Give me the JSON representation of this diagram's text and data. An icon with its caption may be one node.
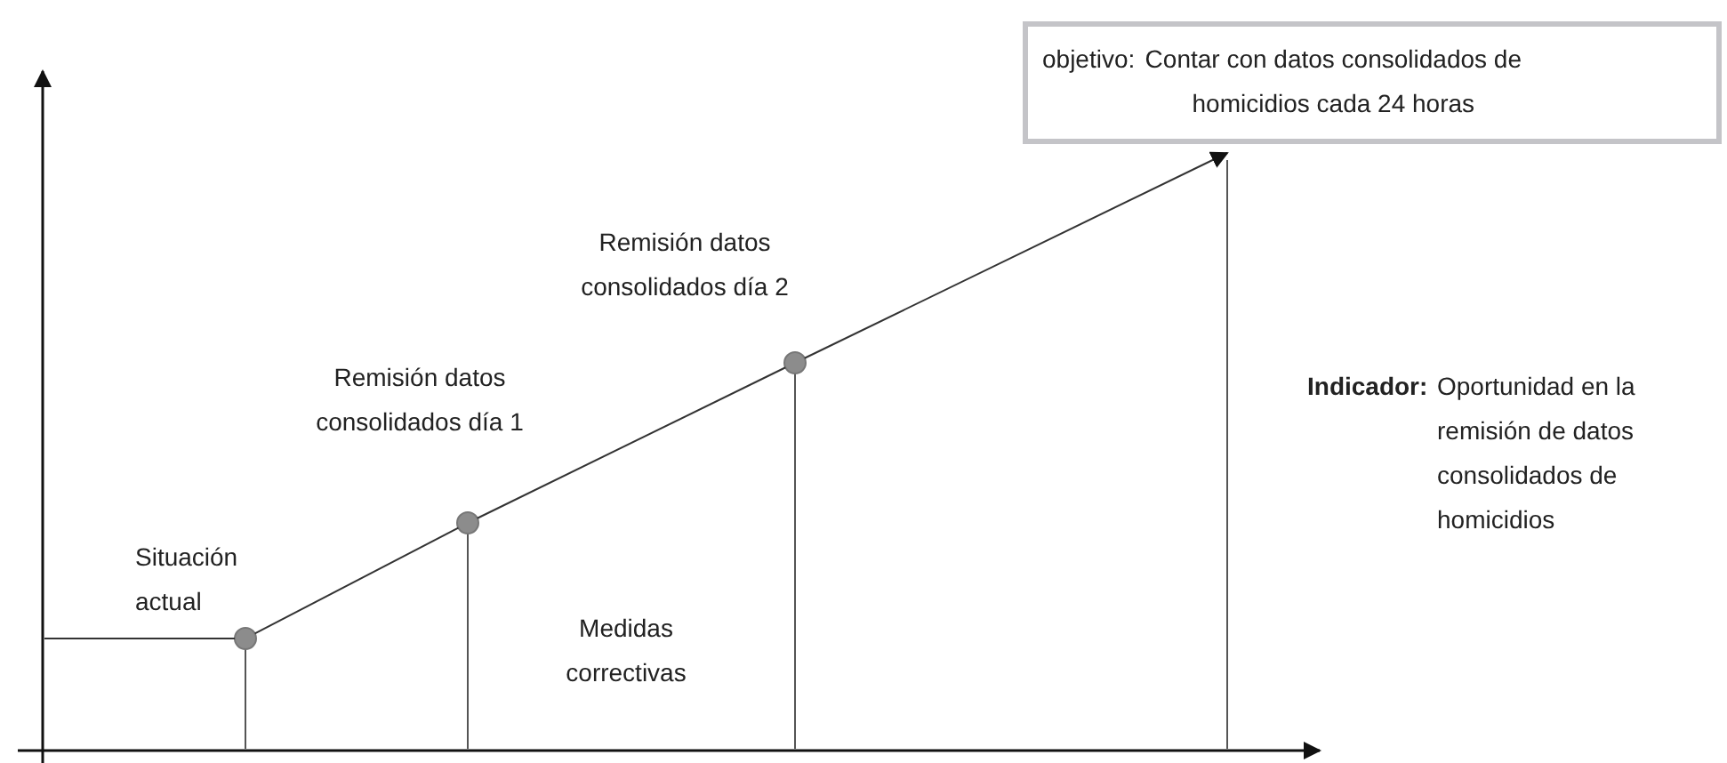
{
  "diagram": {
    "nodes": [
      {
        "text": [
          "objetivo:",
          "Contar con datos consolidados de homicidios cada 24 horas"
        ]
      },
      {
        "text": [],
        "shape": "circle",
        "beside": [
          "Situación actual"
        ]
      },
      {
        "text": [],
        "shape": "circle",
        "beside": [
          "Remisión datos consolidados día 1"
        ]
      },
      {
        "text": [],
        "shape": "circle",
        "beside": [
          "Remisión datos consolidados día 2"
        ]
      }
    ],
    "edges": [
      {
        "from": null,
        "to": 1,
        "arrow": "none"
      },
      {
        "from": 1,
        "to": 2,
        "arrow": "none"
      },
      {
        "from": 2,
        "to": 3,
        "arrow": "none"
      },
      {
        "from": 3,
        "to": 0,
        "arrow": "to"
      }
    ],
    "labels": [
      "Medidas correctivas",
      "Indicador:",
      "Oportunidad en la remisión de datos consolidados de homicidios"
    ]
  }
}
